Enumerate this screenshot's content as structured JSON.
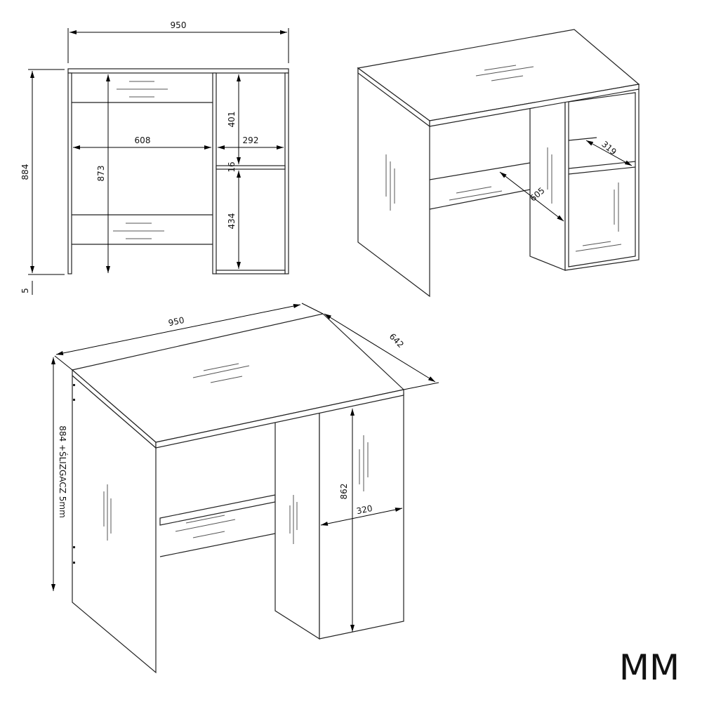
{
  "front_view": {
    "width_label": "950",
    "height_label": "884",
    "glide_label": "5",
    "inner_height_label": "873",
    "left_width_label": "608",
    "right_width_label": "292",
    "upper_shelf_label": "401",
    "shelf_thickness_label": "16",
    "lower_shelf_label": "434"
  },
  "iso_back_view": {
    "depth_label": "605",
    "shelf_depth_label": "319"
  },
  "iso_front_view": {
    "width_label": "950",
    "depth_label": "642",
    "height_label": "884 +ŚLIZGACZ 5mm",
    "cabinet_height_label": "862",
    "cabinet_width_label": "320"
  },
  "logo": "MM"
}
